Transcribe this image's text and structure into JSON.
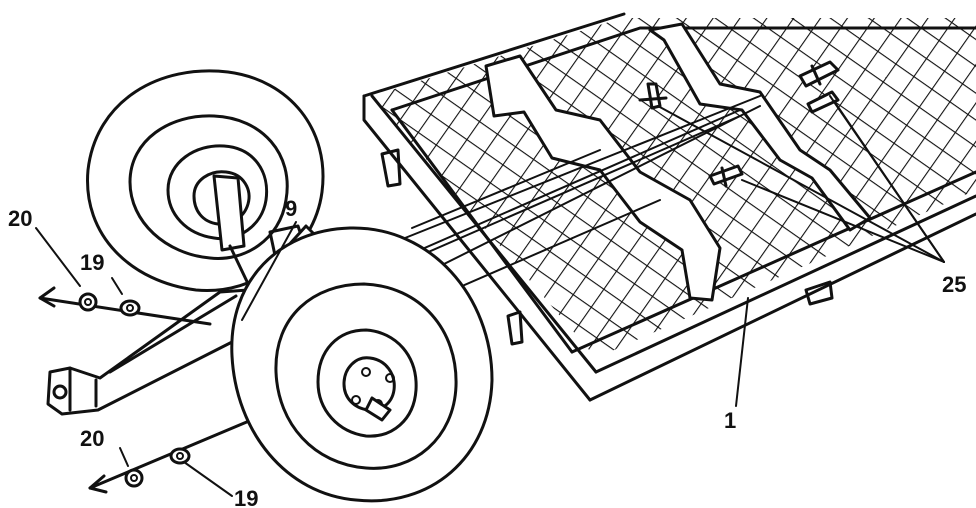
{
  "callouts": {
    "c20_top": "20",
    "c19_top": "19",
    "c9": "9",
    "c25": "25",
    "c1": "1",
    "c20_bottom": "20",
    "c19_bottom": "19"
  },
  "colors": {
    "ink": "#111111",
    "paper": "#ffffff"
  }
}
